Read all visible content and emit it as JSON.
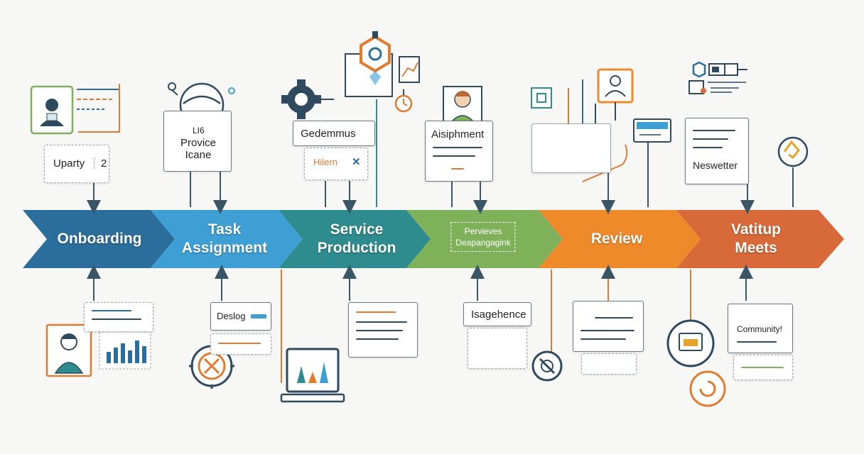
{
  "stages": [
    {
      "label": "Onboarding",
      "color": "#2b6e9b"
    },
    {
      "label": "Task\nAssignment",
      "color": "#3d9fd4"
    },
    {
      "label": "Service\nProduction",
      "color": "#2e8b8e"
    },
    {
      "label": "Pervieves\nDeapangagink",
      "color": "#7fb05a"
    },
    {
      "label": "Review",
      "color": "#ef8a2b"
    },
    {
      "label": "Vatitup\nMeets",
      "color": "#d86a3a"
    }
  ],
  "top_cards": {
    "onboarding": "Uparty ❕2",
    "task_small": "LI6",
    "task": "Provice\nIcane",
    "service": "Gedemmus",
    "service_sub": "Hilern",
    "service_sub_icon": "✕",
    "assign": "Aisiphment",
    "newsletter": "Neswetter"
  },
  "bottom_cards": {
    "deslog": "Deslog",
    "isagehence": "Isagehence",
    "community": "Community!"
  },
  "colors": {
    "outline": "#2f4a5e",
    "blue": "#2b6e9b",
    "teal": "#2e8b8e",
    "orange": "#e07b32",
    "green": "#7fb05a",
    "connector": "#3a5566"
  },
  "icons": [
    "person-badge-icon",
    "robot-face-icon",
    "gear-icon",
    "hexagon-gear-icon",
    "clock-icon",
    "chart-icon",
    "person-avatar-icon",
    "face-card-icon",
    "bar-chart-icon",
    "slider-icon",
    "check-icon",
    "laptop-chart-icon",
    "target-icon",
    "compass-icon",
    "monitor-icon",
    "refresh-icon",
    "pin-check-icon"
  ]
}
